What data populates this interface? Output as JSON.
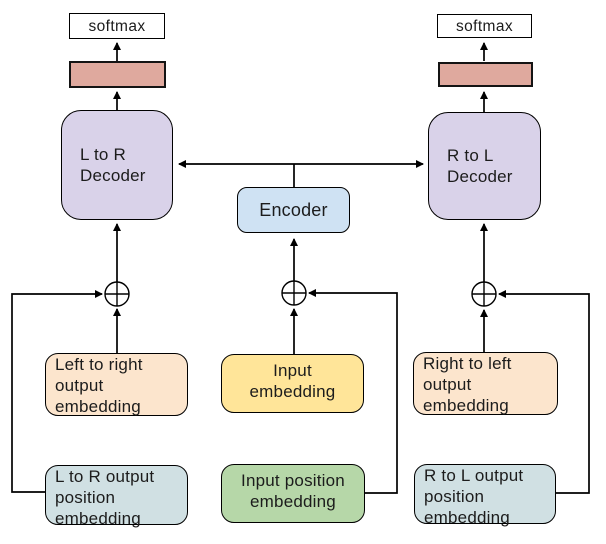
{
  "diagram": {
    "left": {
      "softmax": "softmax",
      "decoder": "L to R\nDecoder",
      "output_embedding": "Left to right\noutput\nembedding",
      "position_embedding": "L to R output\nposition\nembedding"
    },
    "center": {
      "encoder": "Encoder",
      "input_embedding": "Input\nembedding",
      "position_embedding": "Input position\nembedding"
    },
    "right": {
      "softmax": "softmax",
      "decoder": "R to L\nDecoder",
      "output_embedding": "Right to left\noutput\nembedding",
      "position_embedding": "R to L output\nposition\nembedding"
    },
    "icons": {
      "add_left": "plus-circle",
      "add_center": "plus-circle",
      "add_right": "plus-circle"
    }
  },
  "colors": {
    "softmax_fill": "#ffffff",
    "projection_fill": "#dfa99e",
    "decoder_fill": "#d9d2e9",
    "encoder_fill": "#cfe2f3",
    "output_embedding_fill": "#fce5cd",
    "input_embedding_fill": "#ffe599",
    "input_position_fill": "#b6d7a8",
    "output_position_fill": "#d0e0e3",
    "connector": "#000000"
  }
}
